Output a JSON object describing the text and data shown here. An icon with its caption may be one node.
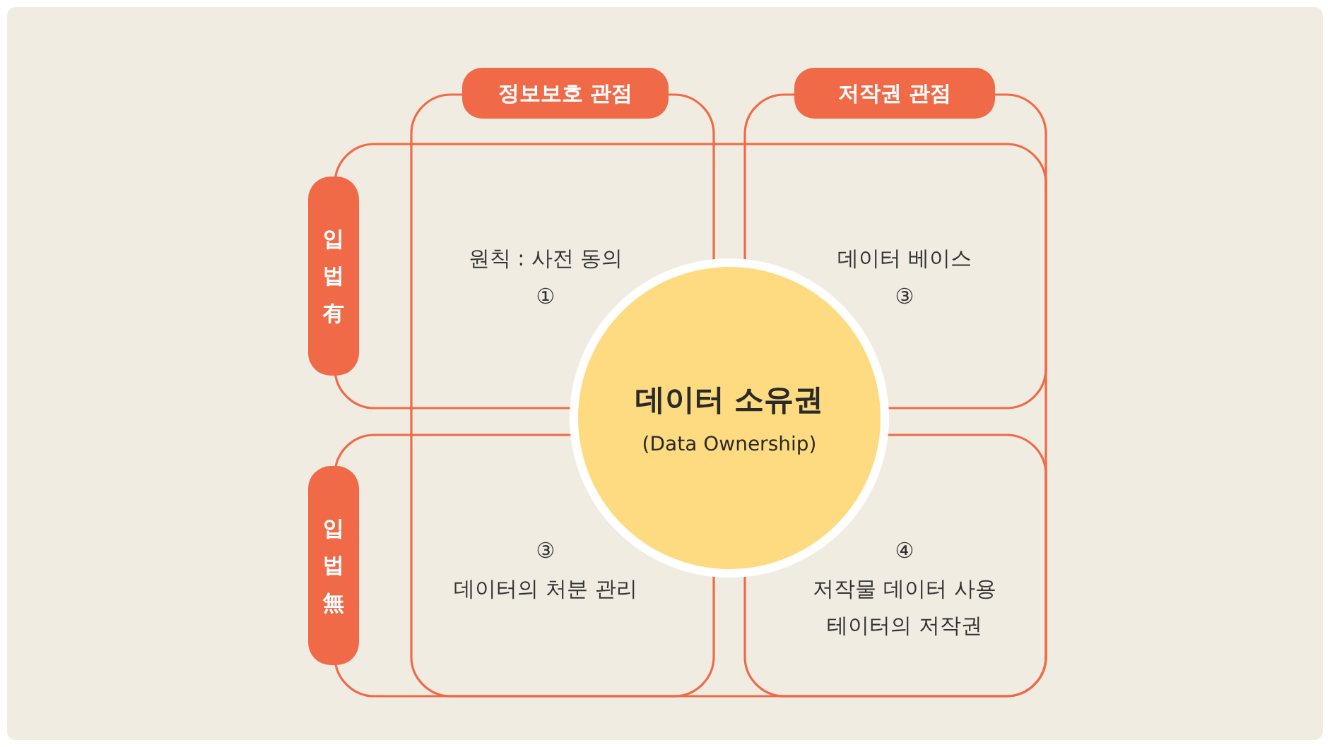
{
  "diagram": {
    "nodes": [
      {
        "text": [
          "정보보호 관점"
        ]
      },
      {
        "text": [
          "저작권 관점"
        ]
      },
      {
        "text": [
          "입법有"
        ]
      },
      {
        "text": [
          "입법無"
        ]
      },
      {
        "text": [
          "데이터 소유권",
          "(Data Ownership)"
        ]
      }
    ],
    "labels": [
      "원칙 : 사전 동의",
      "①",
      "데이터 베이스",
      "③",
      "③",
      "데이터의 처분 관리",
      "④",
      "저작물 데이터 사용",
      "테이터의 저작권"
    ]
  }
}
